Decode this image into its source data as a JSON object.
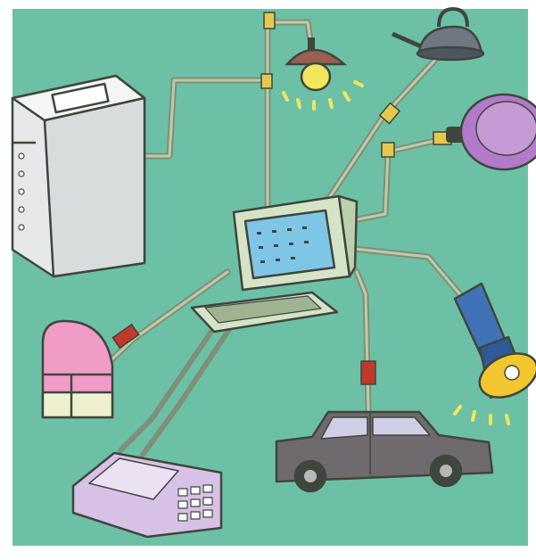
{
  "illustration": {
    "colors": {
      "background": "#6cc0a6",
      "frame": "#ffffff",
      "cable": "#7f8f78",
      "cable_light": "#bfcaa8",
      "outline": "#3f463d",
      "monitor": "#d5e3c6",
      "screen": "#7ec6e6",
      "lamp_shade": "#9a5f4f",
      "bulb": "#f3e55d",
      "kettle": "#6f7782",
      "pan": "#b27ac9",
      "pan_inner": "#c59ad5",
      "flashlight": "#3f73b5",
      "flashlight_head": "#f2c62f",
      "car": "#6f6a6e",
      "car_window": "#cfcfe6",
      "iron": "#f09cc7",
      "iron_base": "#eef0cf",
      "phone": "#d8c1e6",
      "washer": "#e6e8e9",
      "connector_red": "#c0392b",
      "connector_yellow": "#e5c94e"
    },
    "objects": [
      {
        "name": "washing-machine",
        "icon": "washer-icon"
      },
      {
        "name": "ceiling-lamp",
        "icon": "lamp-icon"
      },
      {
        "name": "kettle",
        "icon": "kettle-icon"
      },
      {
        "name": "frying-pan",
        "icon": "pan-icon"
      },
      {
        "name": "computer",
        "icon": "computer-icon"
      },
      {
        "name": "flashlight",
        "icon": "flashlight-icon"
      },
      {
        "name": "iron",
        "icon": "iron-icon"
      },
      {
        "name": "car",
        "icon": "car-icon"
      },
      {
        "name": "telephone",
        "icon": "telephone-icon"
      }
    ]
  }
}
